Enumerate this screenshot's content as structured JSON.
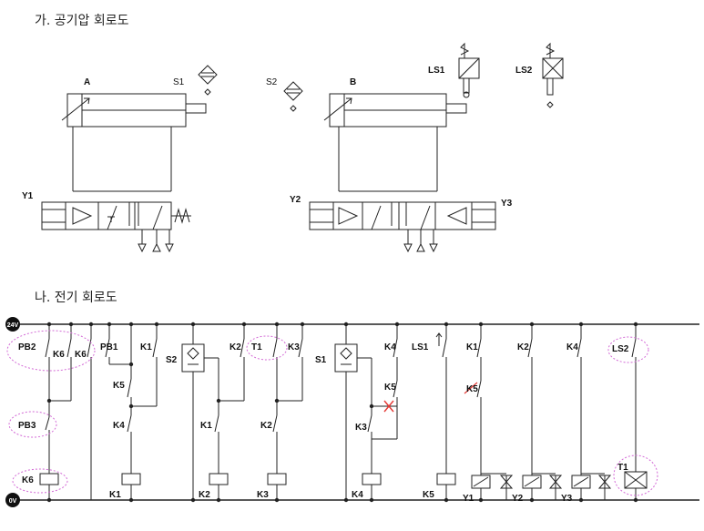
{
  "headings": {
    "pneumatic": "가. 공기압 회로도",
    "electric": "나. 전기 회로도"
  },
  "pneumatic": {
    "cyl_a": "A",
    "cyl_b": "B",
    "s1": "S1",
    "s2": "S2",
    "ls1": "LS1",
    "ls2": "LS2",
    "y1": "Y1",
    "y2": "Y2",
    "y3": "Y3"
  },
  "rails": {
    "top": "24V",
    "bottom": "0V"
  },
  "contacts": {
    "pb2": "PB2",
    "k6a": "K6",
    "k6b": "K6",
    "pb3": "PB3",
    "pb1": "PB1",
    "k1a": "K1",
    "k5a": "K5",
    "k4a": "K4",
    "s2": "S2",
    "k2a": "K2",
    "k1b": "K1",
    "t1": "T1",
    "k3a": "K3",
    "k2b": "K2",
    "s1": "S1",
    "k4b": "K4",
    "k5b": "K5",
    "k3b": "K3",
    "ls1": "LS1",
    "k1c": "K1",
    "k5c": "K5",
    "k2c": "K2",
    "k4c": "K4",
    "ls2": "LS2"
  },
  "coils": {
    "k6": "K6",
    "k1": "K1",
    "k2": "K2",
    "k3": "K3",
    "k4": "K4",
    "k5": "K5",
    "y1": "Y1",
    "y2": "Y2",
    "y3": "Y3",
    "t1": "T1"
  },
  "colors": {
    "line": "#222222",
    "highlight": "#d36ad6",
    "cross": "#e53935"
  }
}
